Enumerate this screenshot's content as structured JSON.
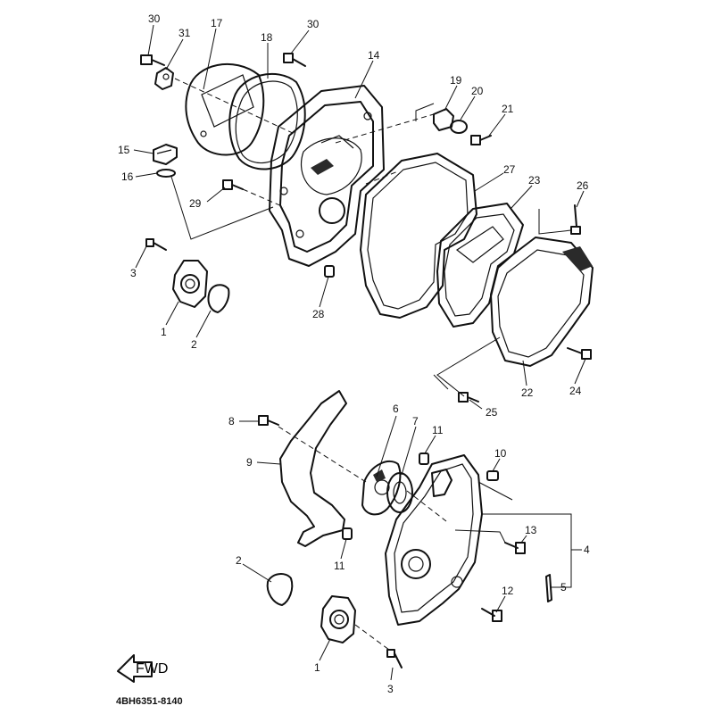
{
  "catalog_code": "4BH6351-8140",
  "fwd_label": "FWD",
  "callouts": [
    {
      "id": "c30a",
      "text": "30"
    },
    {
      "id": "c31",
      "text": "31"
    },
    {
      "id": "c17",
      "text": "17"
    },
    {
      "id": "c18",
      "text": "18"
    },
    {
      "id": "c30b",
      "text": "30"
    },
    {
      "id": "c14",
      "text": "14"
    },
    {
      "id": "c19",
      "text": "19"
    },
    {
      "id": "c20",
      "text": "20"
    },
    {
      "id": "c21",
      "text": "21"
    },
    {
      "id": "c15",
      "text": "15"
    },
    {
      "id": "c16",
      "text": "16"
    },
    {
      "id": "c27",
      "text": "27"
    },
    {
      "id": "c23",
      "text": "23"
    },
    {
      "id": "c26",
      "text": "26"
    },
    {
      "id": "c29",
      "text": "29"
    },
    {
      "id": "c3a",
      "text": "3"
    },
    {
      "id": "c28",
      "text": "28"
    },
    {
      "id": "c1a",
      "text": "1"
    },
    {
      "id": "c2a",
      "text": "2"
    },
    {
      "id": "c22",
      "text": "22"
    },
    {
      "id": "c24",
      "text": "24"
    },
    {
      "id": "c25",
      "text": "25"
    },
    {
      "id": "c8",
      "text": "8"
    },
    {
      "id": "c6",
      "text": "6"
    },
    {
      "id": "c7",
      "text": "7"
    },
    {
      "id": "c11a",
      "text": "11"
    },
    {
      "id": "c10",
      "text": "10"
    },
    {
      "id": "c9",
      "text": "9"
    },
    {
      "id": "c13",
      "text": "13"
    },
    {
      "id": "c4",
      "text": "4"
    },
    {
      "id": "c11b",
      "text": "11"
    },
    {
      "id": "c2b",
      "text": "2"
    },
    {
      "id": "c5",
      "text": "5"
    },
    {
      "id": "c12",
      "text": "12"
    },
    {
      "id": "c1b",
      "text": "1"
    },
    {
      "id": "c3b",
      "text": "3"
    }
  ]
}
